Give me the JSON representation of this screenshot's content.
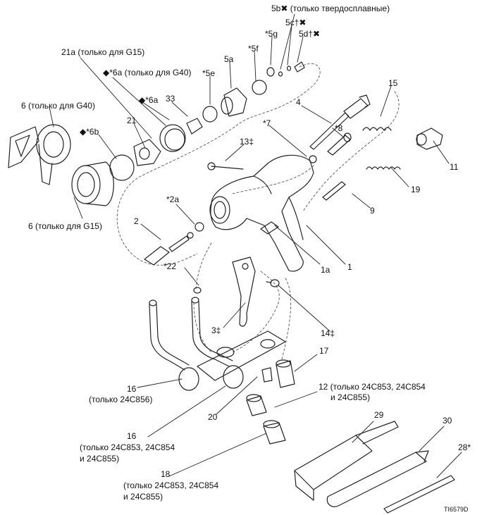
{
  "labels": {
    "p5b": "5b✖ (только твердосплавные)",
    "p5c": "5c†✖",
    "p5d": "5d†✖",
    "p5g": "*5g",
    "p5f": "*5f",
    "p5a": "5a",
    "p5e": "*5e",
    "p21a": "21a (только для G15)",
    "p6a_g40": "◆*6a (только для G40)",
    "p6a": "◆*6a",
    "p33": "33",
    "p6_g40": "6 (только для G40)",
    "p6b": "◆*6b",
    "p21": "21",
    "p4": "4",
    "p15": "15",
    "p8": "*8",
    "p7": "*7",
    "p13": "13‡",
    "p11": "11",
    "p19": "19",
    "p2a": "*2a",
    "p6_g15": "6 (только для G15)",
    "p2": "2",
    "p9": "9",
    "p22": "*22",
    "p1a": "1a",
    "p1": "1",
    "p3": "3‡",
    "p14": "14‡",
    "p17": "17",
    "p12_line1": "12 (только 24C853, 24C854",
    "p12_line2": "и 24C855)",
    "p16a_line1": "16",
    "p16a_line2": "(только 24C856)",
    "p20": "20",
    "p29": "29",
    "p30": "30",
    "p16b_line1": "16",
    "p16b_line2": "(только 24C853, 24C854",
    "p16b_line3": "и 24C855)",
    "p28": "28*",
    "p18_line1": "18",
    "p18_line2": "(только 24C853, 24C854",
    "p18_line3": "и 24C855)",
    "fig_id": "TI6579D"
  }
}
